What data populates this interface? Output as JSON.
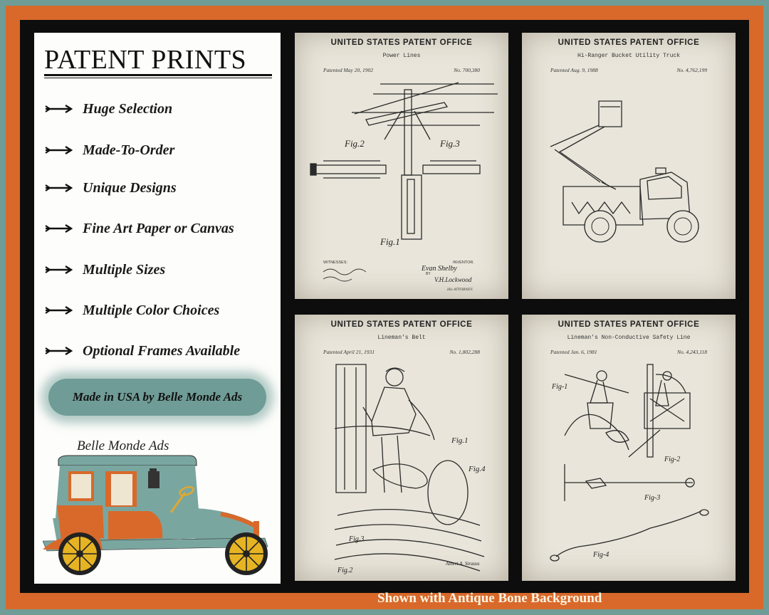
{
  "title": "PATENT PRINTS",
  "features": [
    "Huge Selection",
    "Made-To-Order",
    "Unique Designs",
    "Fine Art Paper or Canvas",
    "Multiple Sizes",
    "Multiple Color Choices",
    "Optional Frames Available"
  ],
  "badge": "Made in USA by Belle Monde Ads",
  "car_caption": "Belle Monde Ads",
  "footer": "Shown with Antique Bone Background",
  "colors": {
    "outer_border": "#6f9c96",
    "frame": "#d8692a",
    "panel_bg": "#0d0d0d",
    "card_bg": "#fdfdfb",
    "parchment": "#e9e5da"
  },
  "panels": [
    {
      "office": "UNITED STATES PATENT OFFICE",
      "name": "Power Lines",
      "date": "Patented May 20, 1902",
      "number": "No. 700,380",
      "labels": {
        "fig2": "Fig.2",
        "fig3": "Fig.3",
        "fig1": "Fig.1",
        "witnesses": "WITNESSES:",
        "inventor": "INVENTOR.",
        "inventor_name": "Evan Shelby",
        "by": "BY",
        "attorney_name": "V.H.Lockwood",
        "attorney": "His ATTORNEY."
      }
    },
    {
      "office": "UNITED STATES PATENT OFFICE",
      "name": "Hi-Ranger Bucket Utility Truck",
      "date": "Patented Aug. 9, 1988",
      "number": "No. 4,762,199",
      "labels": {}
    },
    {
      "office": "UNITED STATES PATENT OFFICE",
      "name": "Lineman's Belt",
      "date": "Patented April 21, 1931",
      "number": "No. 1,802,288",
      "labels": {
        "fig1": "Fig.1",
        "fig4": "Fig.4",
        "fig3": "Fig.3",
        "fig2": "Fig.2",
        "inventor_name": "Albert A. Strauss"
      }
    },
    {
      "office": "UNITED STATES PATENT OFFICE",
      "name": "Lineman's Non-Conductive Safety Line",
      "date": "Patented Jan. 6, 1981",
      "number": "No. 4,243,118",
      "labels": {
        "fig1": "Fig-1",
        "fig2": "Fig-2",
        "fig3": "Fig-3",
        "fig4": "Fig-4"
      }
    }
  ]
}
